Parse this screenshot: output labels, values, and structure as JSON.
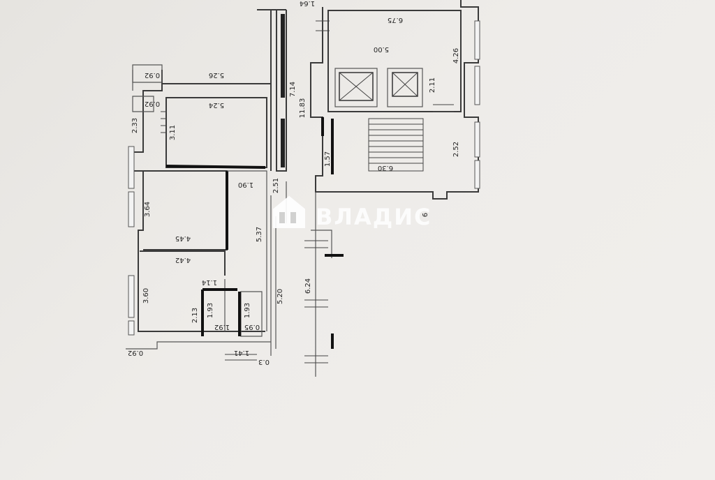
{
  "dimensions": {
    "d_0_92_top": "0.92",
    "d_5_26": "5.26",
    "d_5_24": "5.24",
    "d_0_92_mid": "0.92",
    "d_2_33": "2.33",
    "d_3_11": "3.11",
    "d_7_14": "7.14",
    "d_11_83": "11.83",
    "d_1_90": "1.90",
    "d_2_51": "2.51",
    "d_3_64": "3.64",
    "d_5_37": "5.37",
    "d_4_45": "4.45",
    "d_4_42": "4.42",
    "d_1_14": "1.14",
    "d_3_60": "3.60",
    "d_2_13": "2.13",
    "d_1_93_a": "1.93",
    "d_1_93_b": "1.93",
    "d_5_20": "5.20",
    "d_1_92": "1.92",
    "d_0_95": "0.95",
    "d_0_92_bot": "0.92",
    "d_1_41": "1.41",
    "d_0_3": "0.3",
    "d_1_64": "1.64",
    "d_6_75": "6.75",
    "d_5_00": "5.00",
    "d_4_26": "4.26",
    "d_2_11": "2.11",
    "d_1_57": "1.57",
    "d_2_52": "2.52",
    "d_6_30": "6.30",
    "d_6": "6",
    "d_6_24": "6.24"
  },
  "watermark": {
    "brand": "ВЛАДИС"
  },
  "colors": {
    "paper": "#eceae6",
    "walls": "#3a3a3a",
    "watermark": "#ffffff"
  }
}
